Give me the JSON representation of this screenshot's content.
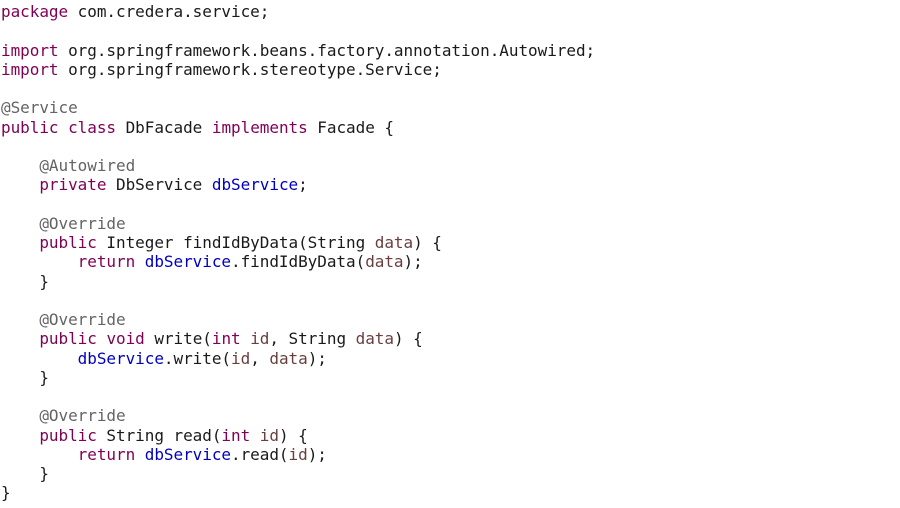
{
  "colors": {
    "keyword": "#7f0055",
    "annotation": "#646464",
    "field": "#0000c0",
    "parameter": "#6a3e3e",
    "plain": "#1a1a1a",
    "background": "#ffffff"
  },
  "lines": [
    [
      {
        "t": "package",
        "c": "kw"
      },
      {
        "t": " com.credera.service;",
        "c": "pln"
      }
    ],
    [],
    [
      {
        "t": "import",
        "c": "kw"
      },
      {
        "t": " org.springframework.beans.factory.annotation.Autowired;",
        "c": "pln"
      }
    ],
    [
      {
        "t": "import",
        "c": "kw"
      },
      {
        "t": " org.springframework.stereotype.Service;",
        "c": "pln"
      }
    ],
    [],
    [
      {
        "t": "@Service",
        "c": "ann"
      }
    ],
    [
      {
        "t": "public",
        "c": "kw"
      },
      {
        "t": " ",
        "c": "pln"
      },
      {
        "t": "class",
        "c": "kw"
      },
      {
        "t": " DbFacade ",
        "c": "pln"
      },
      {
        "t": "implements",
        "c": "kw"
      },
      {
        "t": " Facade {",
        "c": "pln"
      }
    ],
    [],
    [
      {
        "t": "    ",
        "c": "pln"
      },
      {
        "t": "@Autowired",
        "c": "ann"
      }
    ],
    [
      {
        "t": "    ",
        "c": "pln"
      },
      {
        "t": "private",
        "c": "kw"
      },
      {
        "t": " DbService ",
        "c": "pln"
      },
      {
        "t": "dbService",
        "c": "fld"
      },
      {
        "t": ";",
        "c": "pln"
      }
    ],
    [],
    [
      {
        "t": "    ",
        "c": "pln"
      },
      {
        "t": "@Override",
        "c": "ann"
      }
    ],
    [
      {
        "t": "    ",
        "c": "pln"
      },
      {
        "t": "public",
        "c": "kw"
      },
      {
        "t": " Integer findIdByData(String ",
        "c": "pln"
      },
      {
        "t": "data",
        "c": "par"
      },
      {
        "t": ") {",
        "c": "pln"
      }
    ],
    [
      {
        "t": "        ",
        "c": "pln"
      },
      {
        "t": "return",
        "c": "kw"
      },
      {
        "t": " ",
        "c": "pln"
      },
      {
        "t": "dbService",
        "c": "fld"
      },
      {
        "t": ".findIdByData(",
        "c": "pln"
      },
      {
        "t": "data",
        "c": "par"
      },
      {
        "t": ");",
        "c": "pln"
      }
    ],
    [
      {
        "t": "    }",
        "c": "pln"
      }
    ],
    [],
    [
      {
        "t": "    ",
        "c": "pln"
      },
      {
        "t": "@Override",
        "c": "ann"
      }
    ],
    [
      {
        "t": "    ",
        "c": "pln"
      },
      {
        "t": "public",
        "c": "kw"
      },
      {
        "t": " ",
        "c": "pln"
      },
      {
        "t": "void",
        "c": "kw"
      },
      {
        "t": " write(",
        "c": "pln"
      },
      {
        "t": "int",
        "c": "kw"
      },
      {
        "t": " ",
        "c": "pln"
      },
      {
        "t": "id",
        "c": "par"
      },
      {
        "t": ", String ",
        "c": "pln"
      },
      {
        "t": "data",
        "c": "par"
      },
      {
        "t": ") {",
        "c": "pln"
      }
    ],
    [
      {
        "t": "        ",
        "c": "pln"
      },
      {
        "t": "dbService",
        "c": "fld"
      },
      {
        "t": ".write(",
        "c": "pln"
      },
      {
        "t": "id",
        "c": "par"
      },
      {
        "t": ", ",
        "c": "pln"
      },
      {
        "t": "data",
        "c": "par"
      },
      {
        "t": ");",
        "c": "pln"
      }
    ],
    [
      {
        "t": "    }",
        "c": "pln"
      }
    ],
    [],
    [
      {
        "t": "    ",
        "c": "pln"
      },
      {
        "t": "@Override",
        "c": "ann"
      }
    ],
    [
      {
        "t": "    ",
        "c": "pln"
      },
      {
        "t": "public",
        "c": "kw"
      },
      {
        "t": " String read(",
        "c": "pln"
      },
      {
        "t": "int",
        "c": "kw"
      },
      {
        "t": " ",
        "c": "pln"
      },
      {
        "t": "id",
        "c": "par"
      },
      {
        "t": ") {",
        "c": "pln"
      }
    ],
    [
      {
        "t": "        ",
        "c": "pln"
      },
      {
        "t": "return",
        "c": "kw"
      },
      {
        "t": " ",
        "c": "pln"
      },
      {
        "t": "dbService",
        "c": "fld"
      },
      {
        "t": ".read(",
        "c": "pln"
      },
      {
        "t": "id",
        "c": "par"
      },
      {
        "t": ");",
        "c": "pln"
      }
    ],
    [
      {
        "t": "    }",
        "c": "pln"
      }
    ],
    [
      {
        "t": "}",
        "c": "pln"
      }
    ]
  ]
}
